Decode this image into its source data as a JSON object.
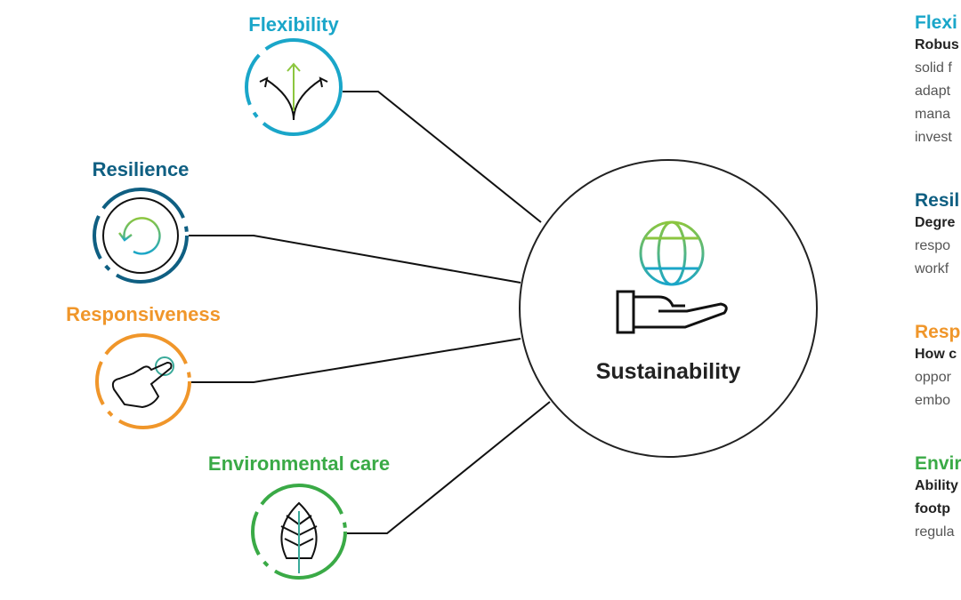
{
  "colors": {
    "flexibility": "#1aa6c9",
    "resilience": "#0f5f82",
    "responsiveness": "#f0962a",
    "environmental": "#3aaa46"
  },
  "center": {
    "label": "Sustainability",
    "icon": "globe-in-hand-icon"
  },
  "nodes": [
    {
      "label": "Flexibility",
      "icon": "diverging-arrows-icon"
    },
    {
      "label": "Resilience",
      "icon": "refresh-cycle-icon"
    },
    {
      "label": "Responsiveness",
      "icon": "pointing-hand-icon"
    },
    {
      "label": "Environmental care",
      "icon": "leaf-icon"
    }
  ],
  "side_panel": [
    {
      "heading": "Flexi",
      "lines_bold": [
        "Robus"
      ],
      "lines": [
        "solid f",
        "adapt",
        "mana",
        "invest"
      ]
    },
    {
      "heading": "Resil",
      "lines_bold": [
        "Degre"
      ],
      "lines": [
        "respo",
        "workf"
      ]
    },
    {
      "heading": "Resp",
      "lines_bold": [
        "How c"
      ],
      "lines": [
        "oppor",
        "embo"
      ]
    },
    {
      "heading": "Envir",
      "lines_bold": [
        "Ability",
        "footp"
      ],
      "lines": [
        "regula"
      ]
    }
  ]
}
